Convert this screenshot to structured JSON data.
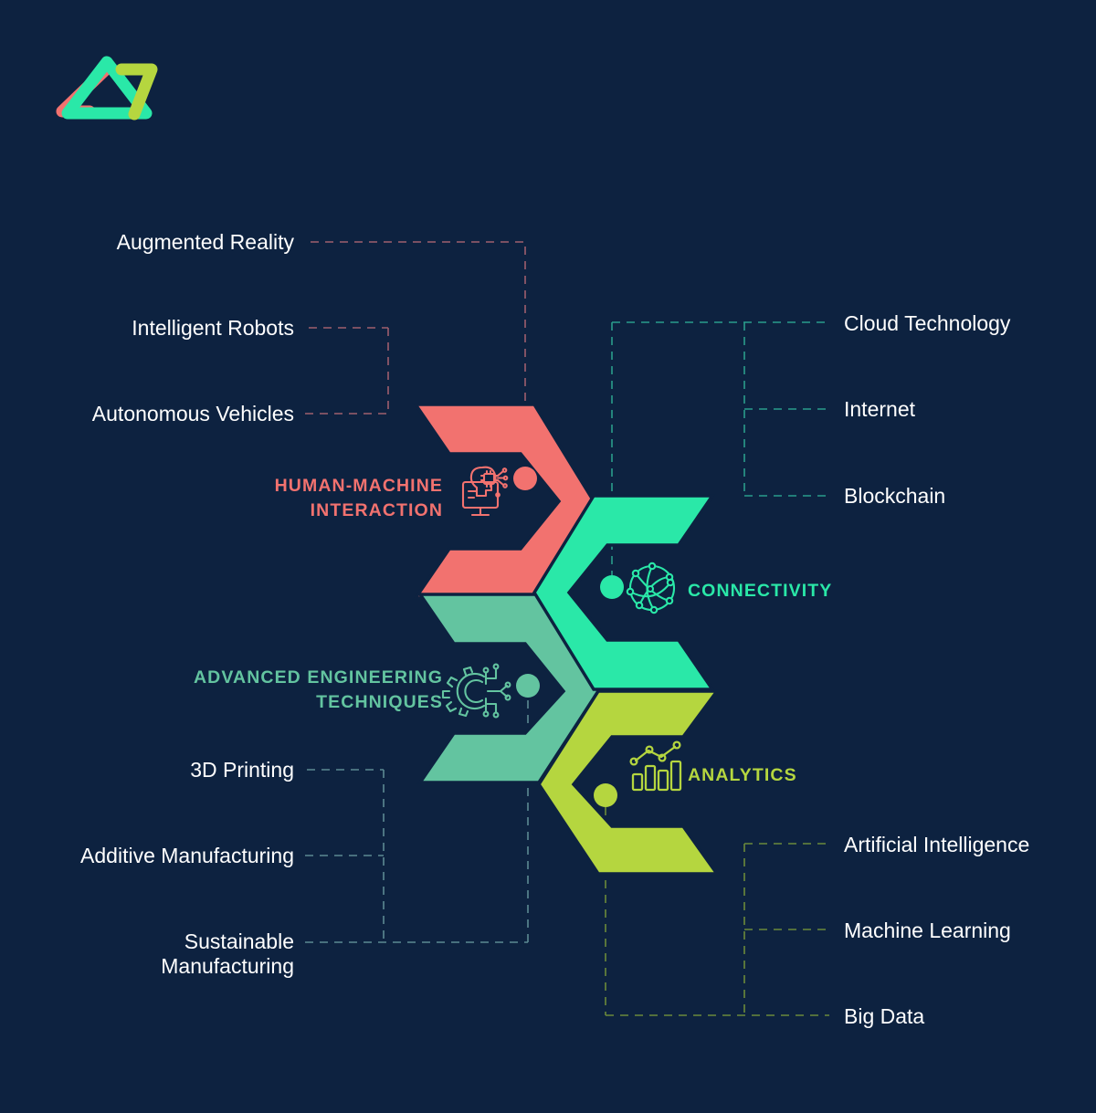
{
  "page": {
    "background_color": "#0d2240",
    "title_text_color": "#ffffff"
  },
  "logo": {
    "name": "triangular-brand-logo",
    "stroke_left_color": "#f2726f",
    "stroke_center_color": "#2ae8a8",
    "stroke_right_color": "#b5d63f"
  },
  "branches": [
    {
      "id": "human-machine-interaction",
      "label": "HUMAN-MACHINE\nINTERACTION",
      "label_line1": "HUMAN-MACHINE",
      "label_line2": "INTERACTION",
      "color": "#f2726f",
      "icon": "monitor-brain-chip-icon",
      "side": "left",
      "leaves": [
        "Augmented Reality",
        "Intelligent Robots",
        "Autonomous Vehicles"
      ]
    },
    {
      "id": "connectivity",
      "label": "CONNECTIVITY",
      "label_line1": "CONNECTIVITY",
      "label_line2": "",
      "color": "#2ae8a8",
      "icon": "network-globe-icon",
      "side": "right",
      "leaves": [
        "Cloud Technology",
        "Internet",
        "Blockchain"
      ]
    },
    {
      "id": "advanced-engineering-techniques",
      "label": "ADVANCED ENGINEERING\nTECHNIQUES",
      "label_line1": "ADVANCED ENGINEERING",
      "label_line2": "TECHNIQUES",
      "color": "#63c4a0",
      "icon": "gear-circuit-icon",
      "side": "left",
      "leaves": [
        "3D Printing",
        "Additive Manufacturing",
        "Sustainable\nManufacturing"
      ]
    },
    {
      "id": "analytics",
      "label": "ANALYTICS",
      "label_line1": "ANALYTICS",
      "label_line2": "",
      "color": "#b5d63f",
      "icon": "bar-chart-line-icon",
      "side": "right",
      "leaves": [
        "Artificial Intelligence",
        "Machine Learning",
        "Big Data"
      ]
    }
  ],
  "leaf_labels": {
    "augmented_reality": "Augmented Reality",
    "intelligent_robots": "Intelligent Robots",
    "autonomous_vehicles": "Autonomous Vehicles",
    "cloud_technology": "Cloud Technology",
    "internet": "Internet",
    "blockchain": "Blockchain",
    "printing_3d": "3D Printing",
    "additive_manufacturing": "Additive Manufacturing",
    "sustainable_manufacturing_l1": "Sustainable",
    "sustainable_manufacturing_l2": "Manufacturing",
    "artificial_intelligence": "Artificial Intelligence",
    "machine_learning": "Machine Learning",
    "big_data": "Big Data"
  },
  "branch_labels": {
    "hmi_l1": "HUMAN-MACHINE",
    "hmi_l2": "INTERACTION",
    "connectivity": "CONNECTIVITY",
    "aet_l1": "ADVANCED ENGINEERING",
    "aet_l2": "TECHNIQUES",
    "analytics": "ANALYTICS"
  }
}
